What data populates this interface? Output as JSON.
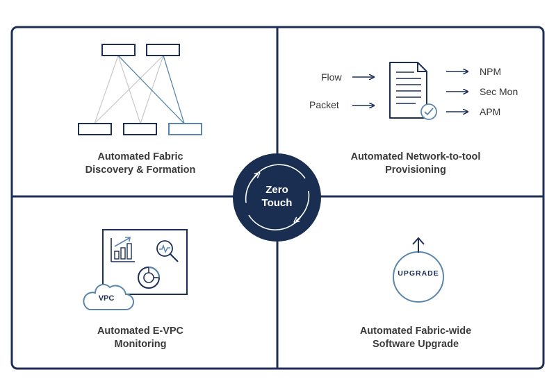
{
  "colors": {
    "navy": "#1d2f55",
    "steel_blue": "#5a86ad",
    "light_gray": "#c8c8c8",
    "hub_fill": "#1a2e52",
    "caption_text": "#3a3a3a"
  },
  "hub": {
    "line1": "Zero",
    "line2": "Touch"
  },
  "quadrants": {
    "top_left": {
      "caption_line1": "Automated Fabric",
      "caption_line2": "Discovery & Formation",
      "icon": "fabric-topology-icon"
    },
    "top_right": {
      "caption_line1": "Automated Network-to-tool",
      "caption_line2": "Provisioning",
      "inputs": [
        "Flow",
        "Packet"
      ],
      "outputs": [
        "NPM",
        "Sec Mon",
        "APM"
      ],
      "icon": "document-check-icon"
    },
    "bottom_left": {
      "caption_line1": "Automated E-VPC",
      "caption_line2": "Monitoring",
      "cloud_label": "VPC",
      "icon": "monitoring-dashboard-icon"
    },
    "bottom_right": {
      "caption_line1": "Automated Fabric-wide",
      "caption_line2": "Software Upgrade",
      "badge_label": "UPGRADE",
      "icon": "upgrade-arrow-icon"
    }
  }
}
